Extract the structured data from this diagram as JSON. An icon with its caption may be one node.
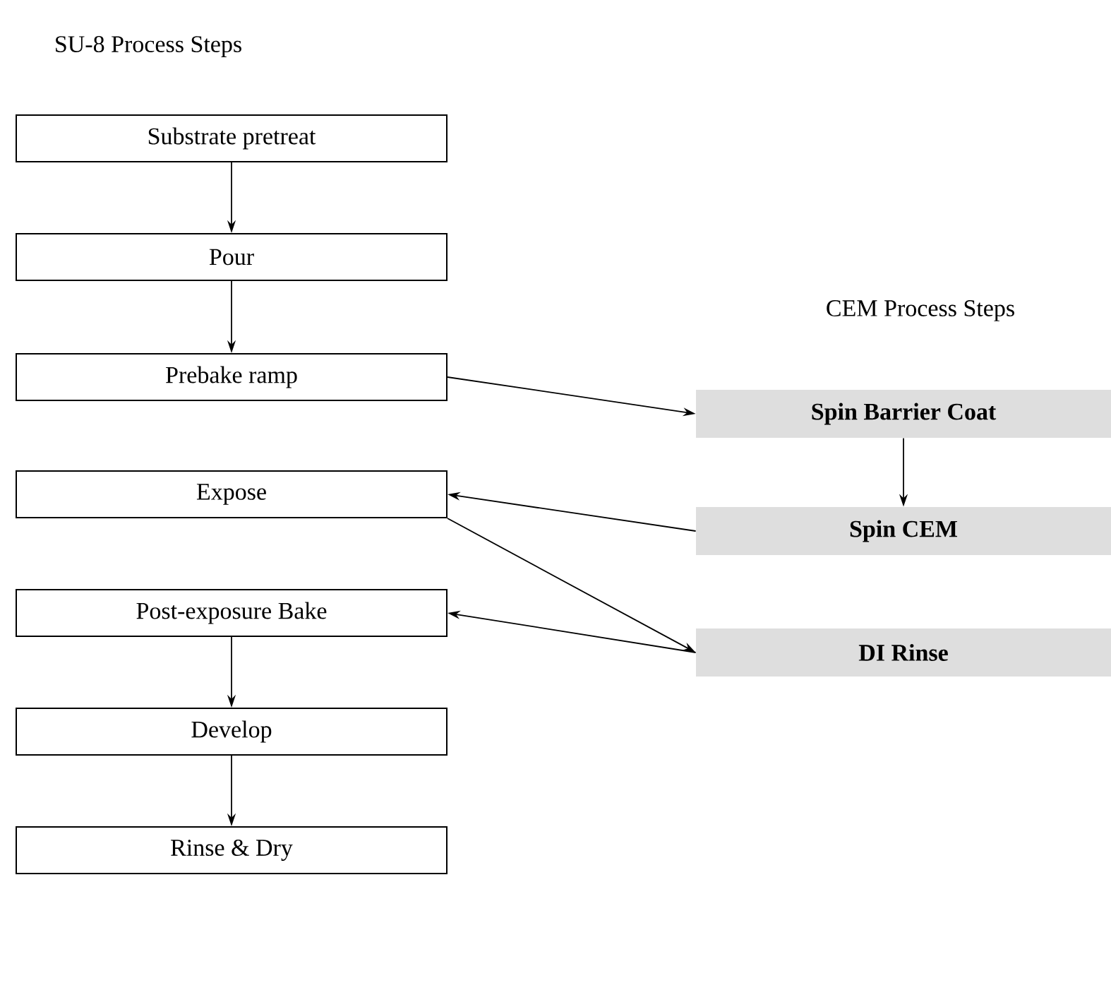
{
  "diagram": {
    "title": "SU-8 Process Steps",
    "nodes": [
      {
        "text": [
          "Substrate pretreat"
        ]
      },
      {
        "text": [
          "Pour"
        ]
      },
      {
        "text": [
          "Prebake ramp"
        ]
      },
      {
        "text": [
          "Expose"
        ]
      },
      {
        "text": [
          "Post-exposure Bake"
        ]
      },
      {
        "text": [
          "Develop"
        ]
      },
      {
        "text": [
          "Rinse & Dry"
        ]
      },
      {
        "text": [
          "Spin Barrier Coat"
        ]
      },
      {
        "text": [
          "Spin CEM"
        ]
      },
      {
        "text": [
          "DI Rinse"
        ]
      }
    ],
    "edges": [
      {
        "from": 0,
        "to": 1,
        "arrow": "to"
      },
      {
        "from": 1,
        "to": 2,
        "arrow": "to"
      },
      {
        "from": 2,
        "to": 7,
        "arrow": "to"
      },
      {
        "from": 7,
        "to": 8,
        "arrow": "to"
      },
      {
        "from": 8,
        "to": 3,
        "arrow": "to"
      },
      {
        "from": 3,
        "to": 9,
        "arrow": "to"
      },
      {
        "from": 9,
        "to": 4,
        "arrow": "to"
      },
      {
        "from": 4,
        "to": 5,
        "arrow": "to"
      },
      {
        "from": 5,
        "to": 6,
        "arrow": "to"
      }
    ],
    "labels": [
      "CEM Process Steps"
    ]
  }
}
